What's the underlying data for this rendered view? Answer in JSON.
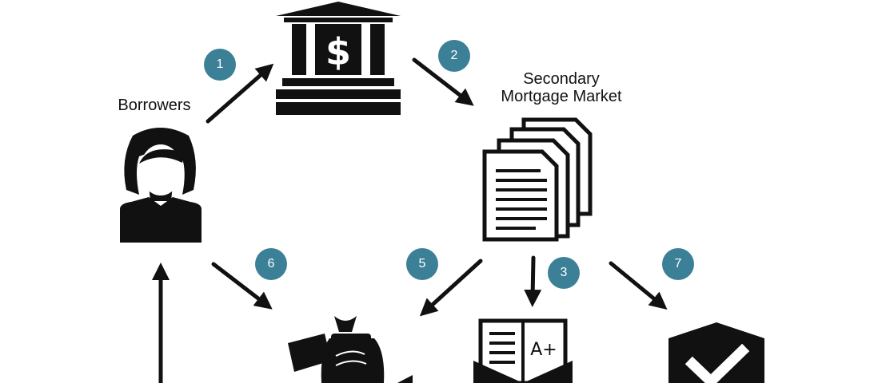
{
  "labels": {
    "borrowers": "Borrowers",
    "secondary_market_line1": "Secondary",
    "secondary_market_line2": "Mortgage Market"
  },
  "steps": [
    "1",
    "2",
    "3",
    "5",
    "6",
    "7"
  ],
  "icons": [
    "bank-icon",
    "person-icon",
    "documents-icon",
    "money-bag-icon",
    "rating-envelope-icon",
    "shield-check-icon"
  ],
  "rating_text": "A+",
  "colors": {
    "badge": "#3b8096",
    "ink": "#111111"
  }
}
